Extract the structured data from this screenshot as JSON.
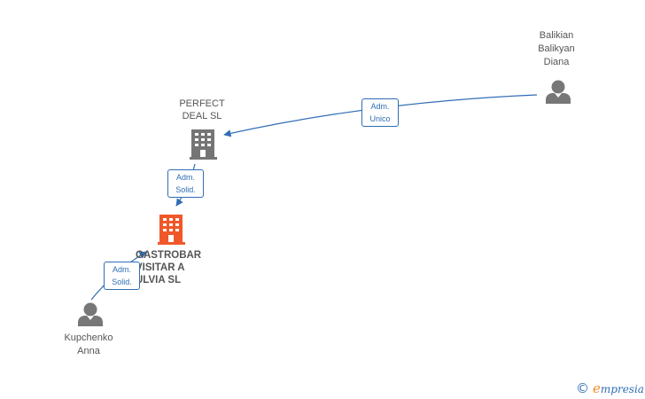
{
  "nodes": {
    "perfect_deal": {
      "lines": [
        "PERFECT",
        "DEAL  SL"
      ]
    },
    "gastrobar": {
      "lines": [
        "GASTROBAR",
        "VISITAR A",
        "ULVIA  SL"
      ]
    },
    "balikian": {
      "lines": [
        "Balikian",
        "Balikyan",
        "Diana"
      ]
    },
    "kupchenko": {
      "lines": [
        "Kupchenko",
        "Anna"
      ]
    }
  },
  "relations": {
    "balikian_to_perfect": {
      "lines": [
        "Adm.",
        "Unico"
      ]
    },
    "perfect_to_gastrobar": {
      "lines": [
        "Adm.",
        "Solid."
      ]
    },
    "kupchenko_to_gastrobar": {
      "lines": [
        "Adm.",
        "Solid."
      ]
    }
  },
  "watermark": {
    "copyright_symbol": "©",
    "brand_initial": "e",
    "brand_rest": "mpresia"
  },
  "colors": {
    "company_gray": "#757575",
    "company_highlight": "#f0582a",
    "person_gray": "#777777",
    "edge_blue": "#2f6db5",
    "brand_orange": "#f28c28"
  },
  "icons": {
    "company": "building-icon",
    "person": "person-icon"
  }
}
